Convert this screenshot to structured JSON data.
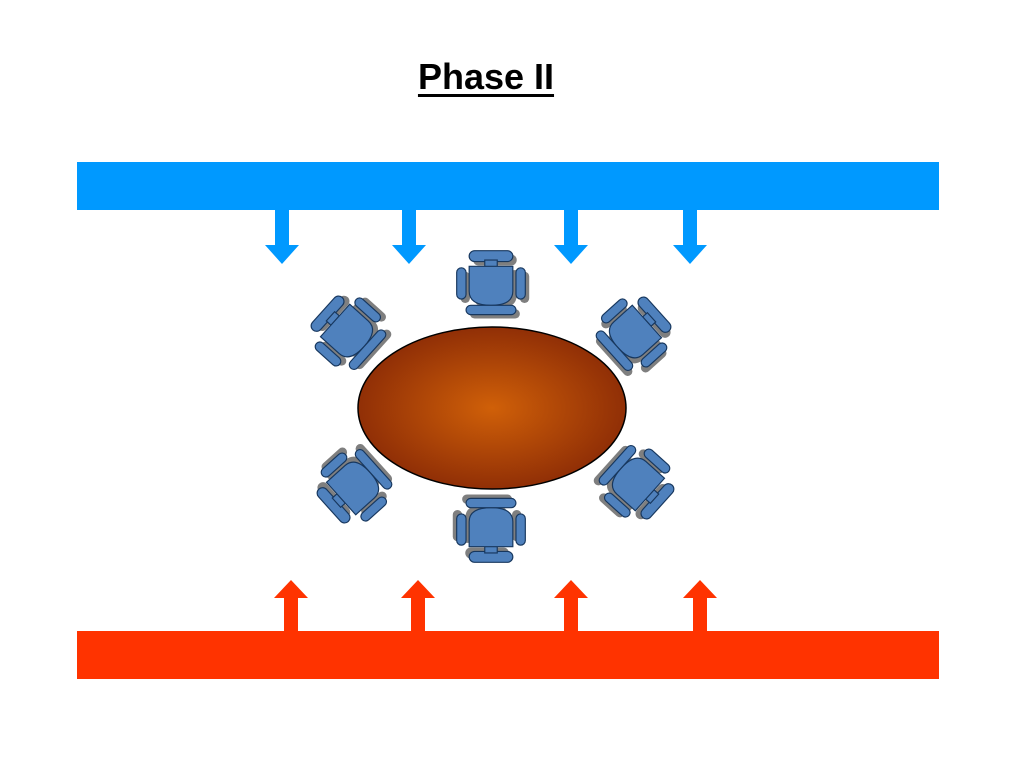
{
  "slide": {
    "title": "Phase II"
  },
  "colors": {
    "top_bar": "#0099ff",
    "bottom_bar": "#ff3300",
    "chair_fill": "#4f81bd",
    "chair_stroke": "#17375e",
    "chair_shadow": "#7f7f7f",
    "table_center": "#d06008",
    "table_edge": "#8a2a06",
    "table_stroke": "#000000"
  },
  "icons": {
    "chair": "office-chair-icon",
    "table": "oval-table-icon",
    "down_arrow": "down-arrow-icon",
    "up_arrow": "up-arrow-icon"
  },
  "counts": {
    "down_arrows": 4,
    "up_arrows": 4,
    "chairs": 6
  }
}
